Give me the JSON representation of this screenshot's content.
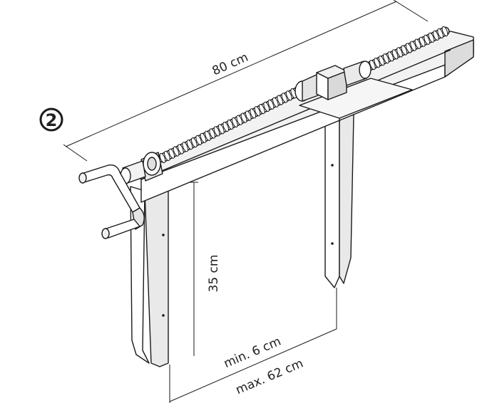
{
  "step": {
    "number": "2"
  },
  "dimensions": {
    "length": "80 cm",
    "height": "35 cm",
    "min_spacing": "min. 6 cm",
    "max_spacing": "max. 62 cm"
  },
  "colors": {
    "line": "#1a1a1a",
    "fill": "#ffffff",
    "shade": "#e6e6e6",
    "dark": "#bdbdbd"
  }
}
